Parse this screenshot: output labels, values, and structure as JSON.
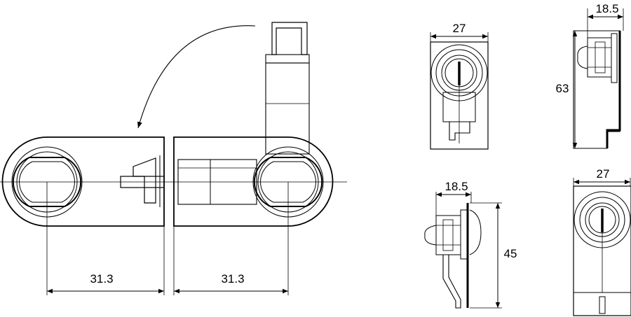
{
  "dimensions": {
    "left_width": "31.3",
    "right_width": "31.3",
    "front_width_top": "27",
    "side_depth_top": "18.5",
    "side_height_top": "63",
    "side_depth_bottom": "18.5",
    "side_height_bottom": "45",
    "front_width_bottom": "27"
  },
  "colors": {
    "line": "#000000",
    "fill": "#ffffff"
  }
}
